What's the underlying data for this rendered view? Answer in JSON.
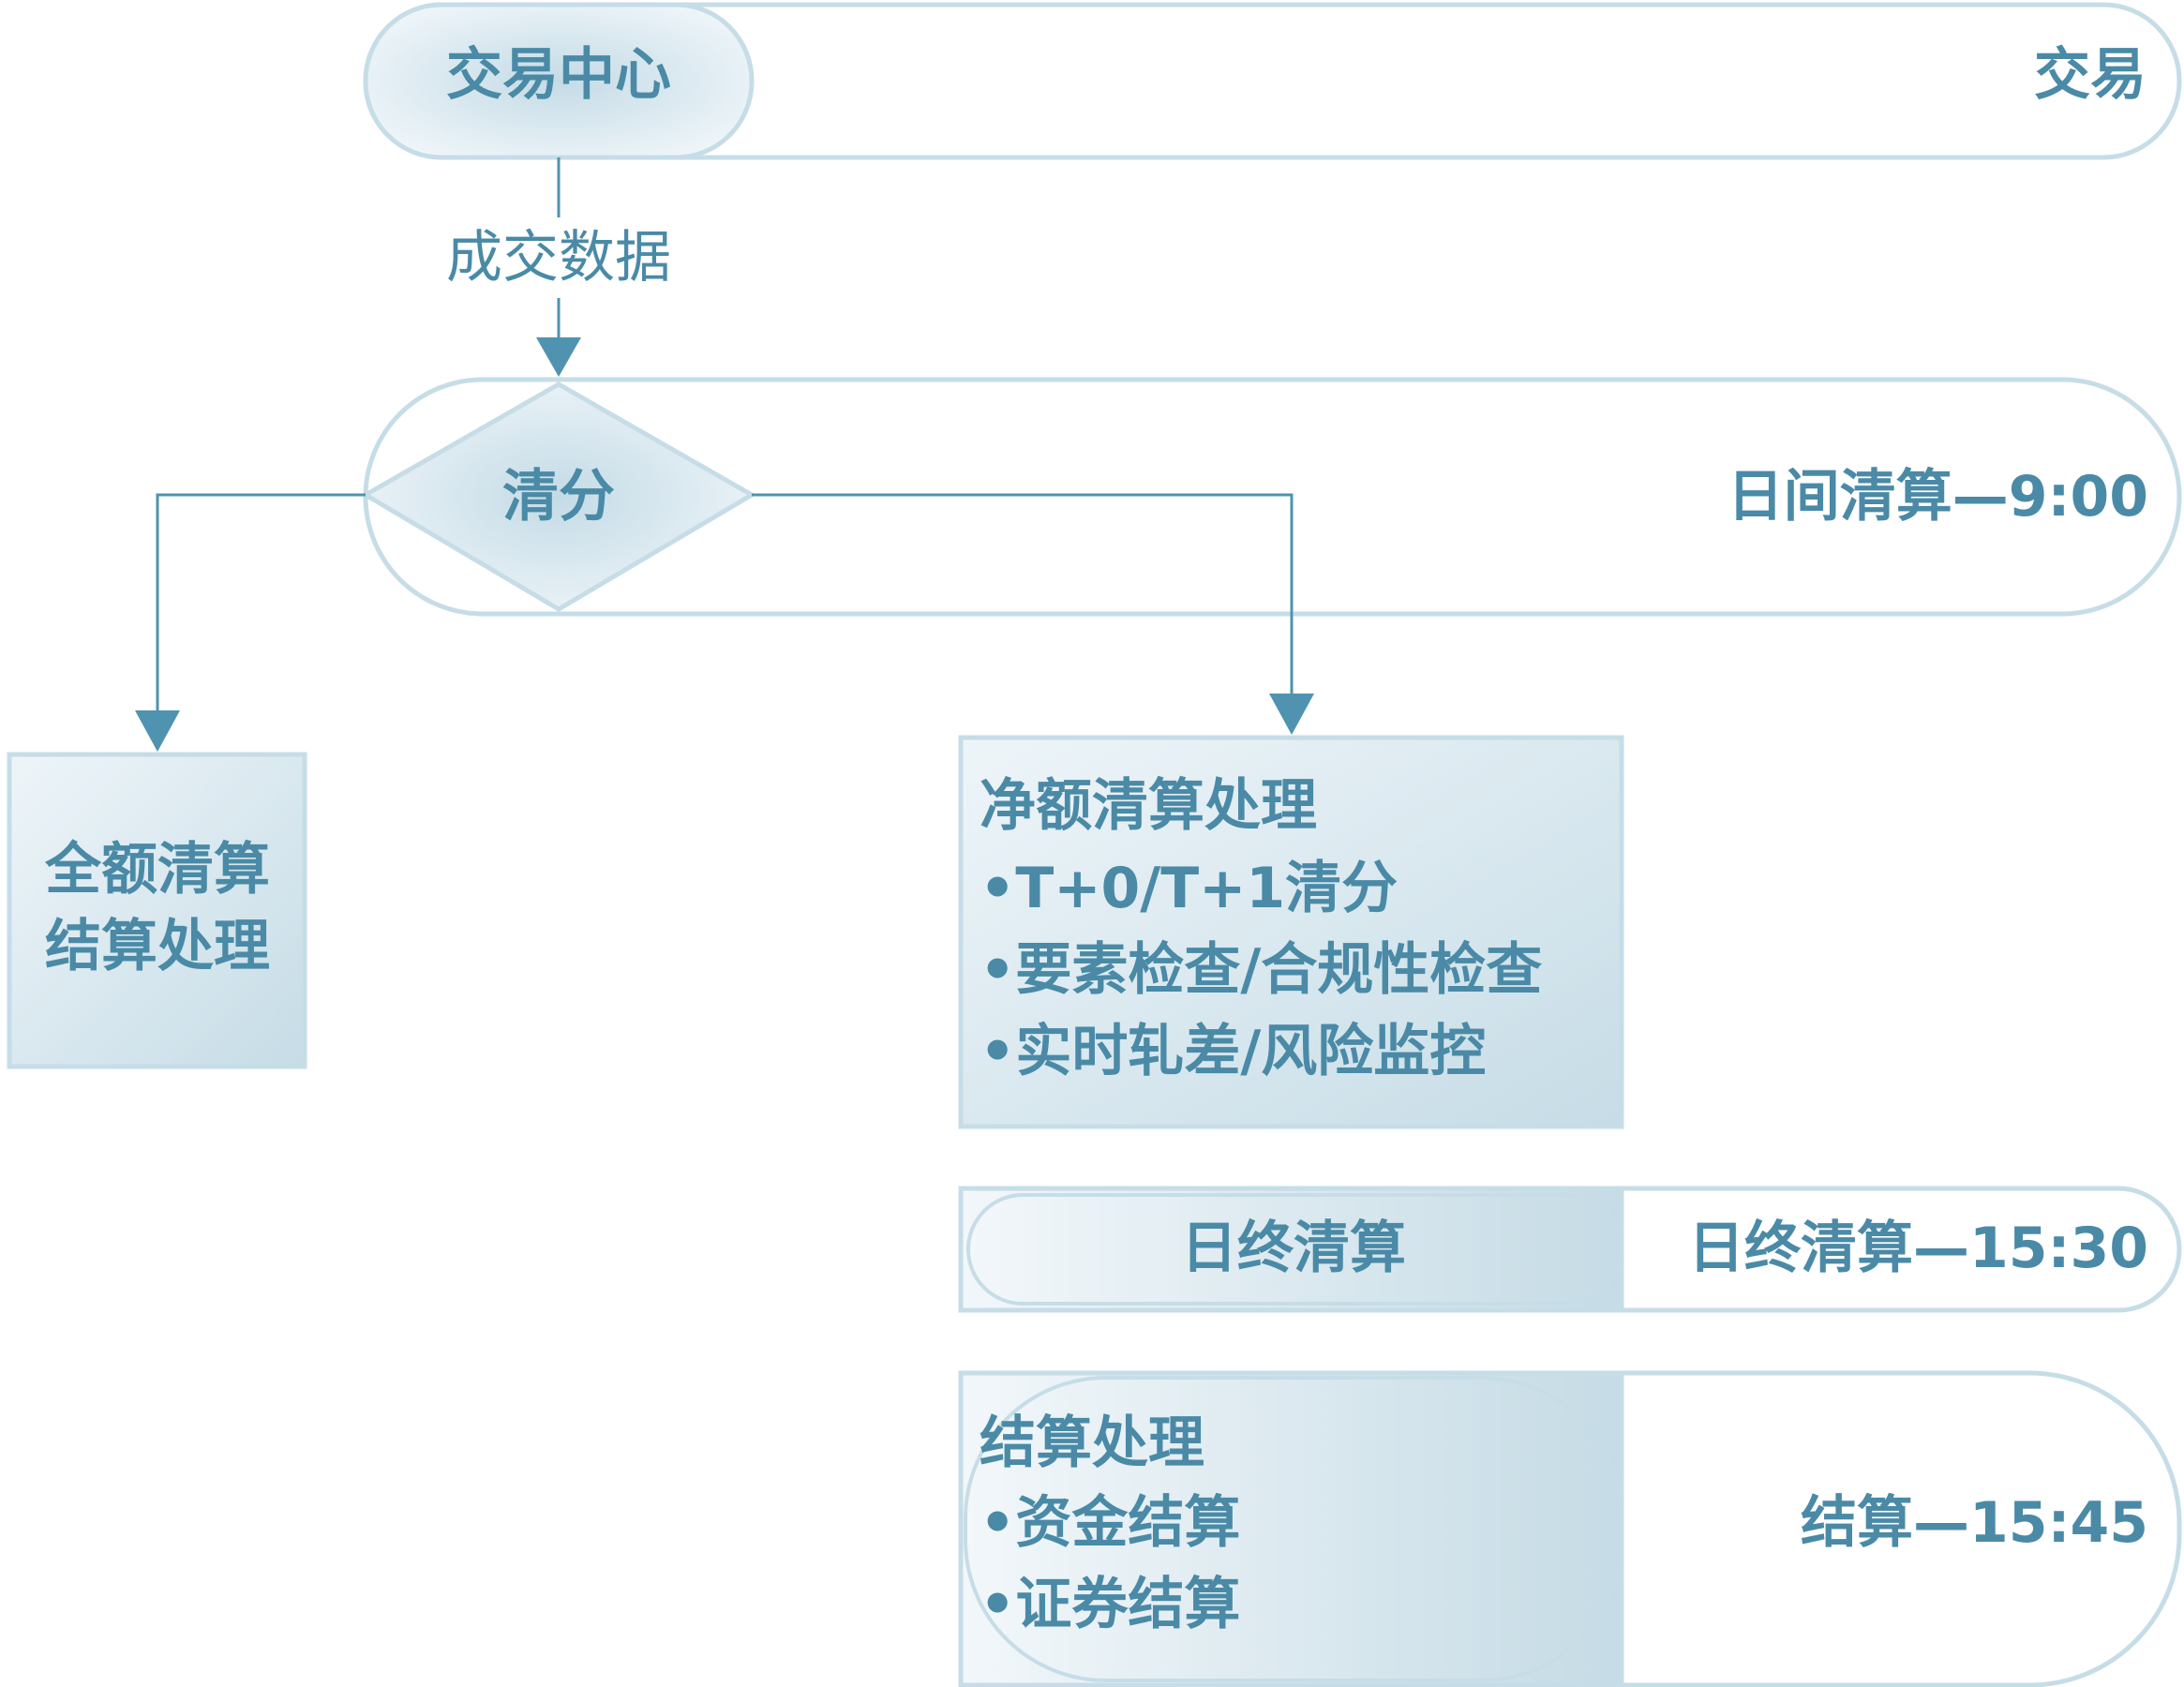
{
  "trading": {
    "center_label": "交易中心",
    "stage_label": "交易"
  },
  "flow": {
    "arrow_label": "成交数据"
  },
  "daytime": {
    "decision_label": "清分",
    "stage_label": "日间清算—9:00"
  },
  "gross": {
    "line1": "全额清算",
    "line2": "结算处理"
  },
  "net": {
    "title": "净额清算处理",
    "items": [
      "•T+0/T+1清分",
      "•要素检查/合规性检查",
      "•实时轧差/风险监控"
    ]
  },
  "eod": {
    "box_label": "日终清算",
    "stage_label": "日终清算—15:30"
  },
  "settlement": {
    "title": "结算处理",
    "items": [
      "•资金结算",
      "•证券结算"
    ],
    "stage_label": "结算—15:45"
  },
  "colors": {
    "text": "#4a8aa6",
    "stroke": "#c6dde7",
    "arrow": "#4f93b0",
    "fill_light": "#f1f7fa",
    "fill_dark": "#c7dde7"
  }
}
